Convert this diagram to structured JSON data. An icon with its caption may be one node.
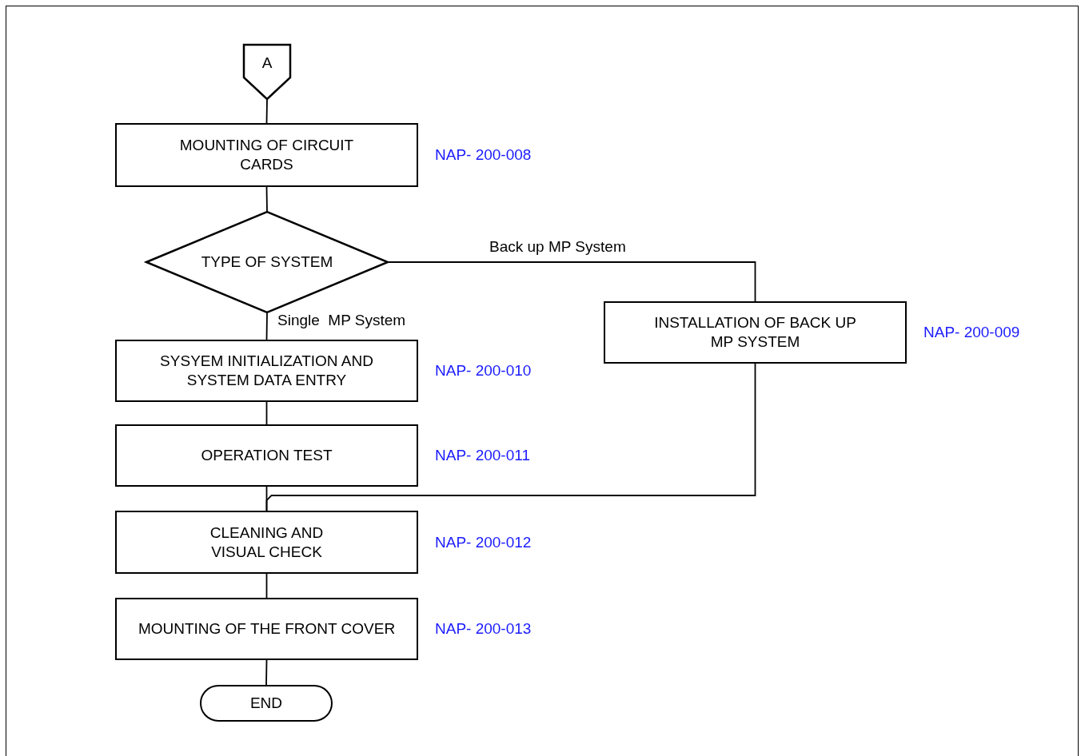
{
  "diagram": {
    "nodes": [
      {
        "text": [
          "A"
        ]
      },
      {
        "text": [
          "MOUNTING OF CIRCUIT CARDS"
        ],
        "beside": [
          "NAP- 200-008"
        ]
      },
      {
        "text": [
          "TYPE OF SYSTEM"
        ]
      },
      {
        "text": [
          "SYSYEM INITIALIZATION AND SYSTEM DATA ENTRY"
        ],
        "beside": [
          "NAP- 200-010"
        ]
      },
      {
        "text": [
          "INSTALLATION OF BACK UP MP SYSTEM"
        ],
        "beside": [
          "NAP- 200-009"
        ]
      },
      {
        "text": [
          "OPERATION TEST"
        ],
        "beside": [
          "NAP- 200-011"
        ]
      },
      {
        "text": [
          "CLEANING AND VISUAL CHECK"
        ],
        "beside": [
          "NAP- 200-012"
        ]
      },
      {
        "text": [
          "MOUNTING OF THE FRONT COVER"
        ],
        "beside": [
          "NAP- 200-013"
        ]
      },
      {
        "text": [
          "END"
        ]
      }
    ],
    "edges": [
      {
        "from": 0,
        "to": 1,
        "arrow": "none"
      },
      {
        "from": 1,
        "to": 2,
        "arrow": "none"
      },
      {
        "from": 2,
        "to": 3,
        "label": "Single  MP System",
        "arrow": "none"
      },
      {
        "from": 2,
        "to": 4,
        "label": "Back up MP System",
        "arrow": "none"
      },
      {
        "from": 3,
        "to": 5,
        "arrow": "none"
      },
      {
        "from": 5,
        "to": 6,
        "arrow": "none"
      },
      {
        "from": 4,
        "to": 6,
        "arrow": "none"
      },
      {
        "from": 6,
        "to": 7,
        "arrow": "none"
      },
      {
        "from": 7,
        "to": 8,
        "arrow": "none"
      }
    ]
  }
}
